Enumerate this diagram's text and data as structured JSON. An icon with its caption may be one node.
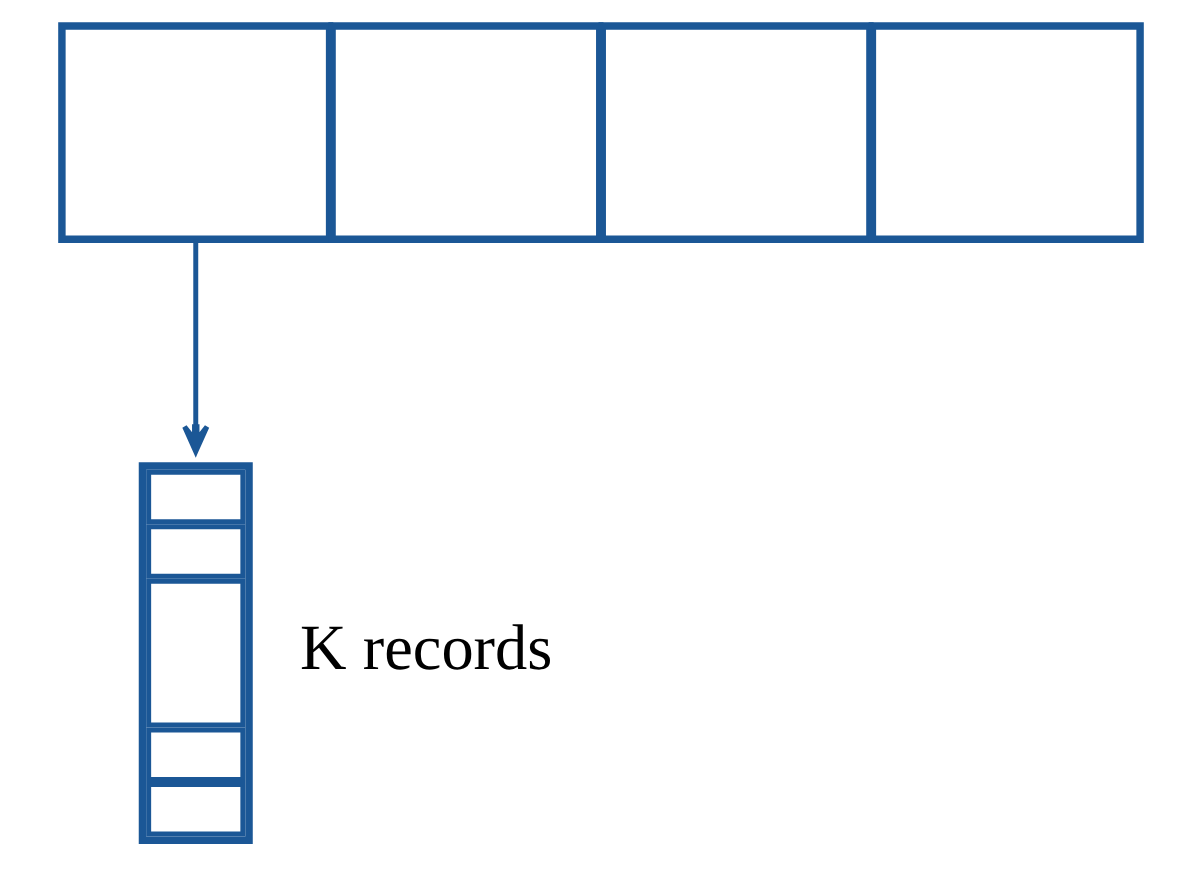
{
  "diagram": {
    "nodes": [
      {
        "text": [],
        "shape": "box"
      },
      {
        "text": [],
        "shape": "box"
      },
      {
        "text": [],
        "shape": "box"
      },
      {
        "text": [],
        "shape": "box"
      },
      {
        "text": [],
        "shape": "bar",
        "beside": [
          "K records"
        ]
      }
    ],
    "edges": [
      {
        "from": 0,
        "to": 4,
        "arrow": "to"
      }
    ]
  }
}
